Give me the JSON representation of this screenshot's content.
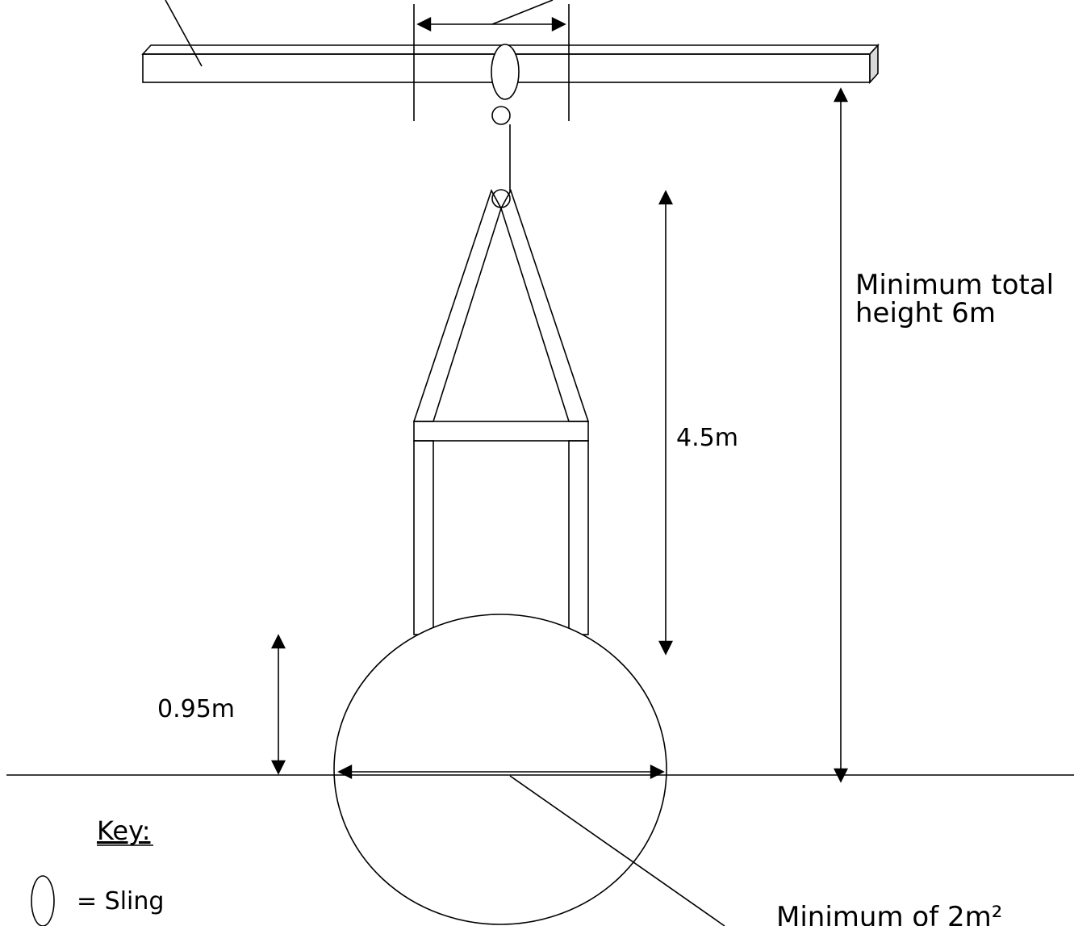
{
  "labels": {
    "total_height": [
      "Minimum total",
      "height 6m"
    ],
    "inner_height": "4.5m",
    "lift_height": "0.95m",
    "pool_area": "Minimum of 2m²"
  },
  "key": {
    "title": "Key:",
    "items": [
      {
        "symbol": "sling-icon",
        "label": "= Sling"
      }
    ]
  },
  "colors": {
    "stroke": "#000000",
    "background": "#ffffff",
    "beam_end": "#d9d9d9"
  }
}
